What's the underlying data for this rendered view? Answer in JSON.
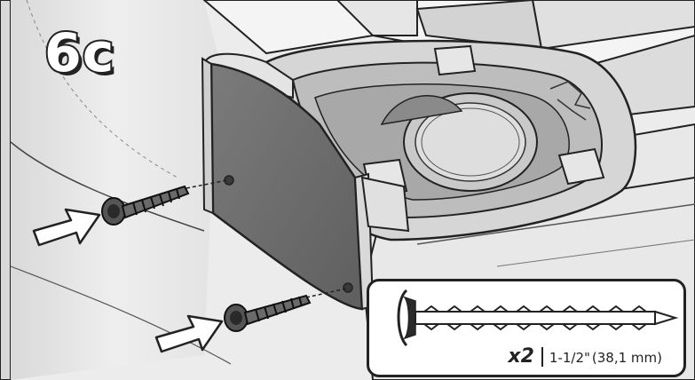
{
  "step": {
    "label": "6c"
  },
  "hardware": {
    "quantity": "x2",
    "size_imperial": "1-1/2\"",
    "size_metric": "(38,1 mm)",
    "item": "screw"
  },
  "colors": {
    "outline": "#222222",
    "panel": "#6f6f6f",
    "plastic": "#e9e9e9",
    "plastic_shade": "#cfcfcf",
    "background": "#ffffff"
  },
  "icons": [
    "arrow-icon",
    "screw-icon"
  ]
}
